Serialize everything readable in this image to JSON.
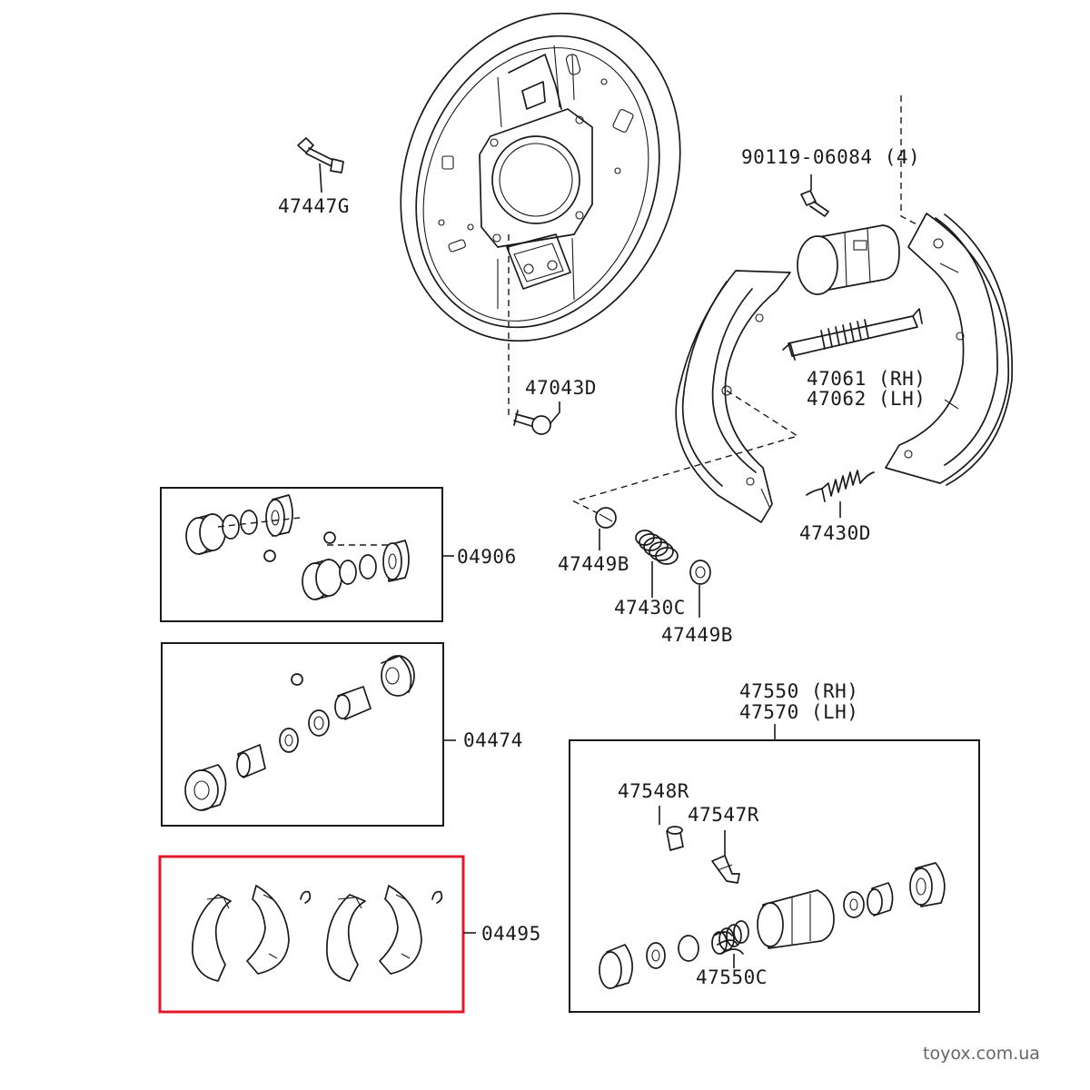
{
  "labels": {
    "p47447G": "47447G",
    "p90119": "90119-06084 (4)",
    "p47043D": "47043D",
    "p47061": "47061 (RH)",
    "p47062": "47062 (LH)",
    "p47430D": "47430D",
    "p47449B_a": "47449B",
    "p47430C": "47430C",
    "p47449B_b": "47449B",
    "p04906": "04906",
    "p04474": "04474",
    "p04495": "04495",
    "p47550": "47550 (RH)",
    "p47570": "47570 (LH)",
    "p47548R": "47548R",
    "p47547R": "47547R",
    "p47550C": "47550C"
  },
  "watermark": "toyox.com.ua",
  "colors": {
    "line": "#1a1a1a",
    "highlight": "#e0192a",
    "watermark": "#666666",
    "background": "#ffffff"
  }
}
